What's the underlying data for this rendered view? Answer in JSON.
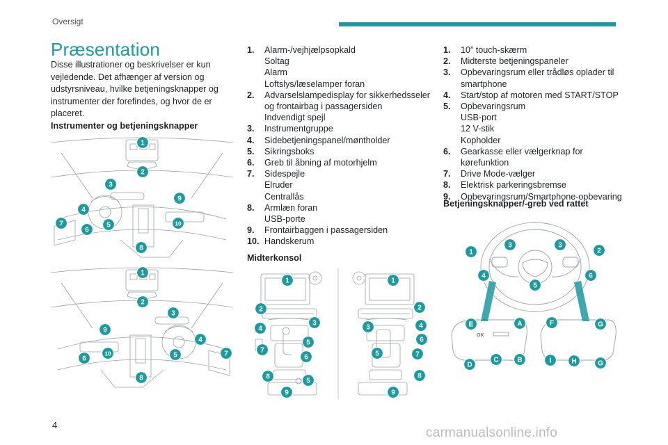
{
  "header": {
    "section": "Oversigt"
  },
  "title": "Præsentation",
  "intro": "Disse illustrationer og beskrivelser er kun vejledende. Det afhænger af version og udstyrsniveau, hvilke betjeningsknapper og instrumenter der forefindes, og hvor de er placeret.",
  "sections": {
    "instruments": "Instrumenter og betjeningsknapper",
    "center_console": "Midterkonsol",
    "steering": "Betjeningsknapper/-greb ved rattet"
  },
  "instrument_list": [
    {
      "num": "1.",
      "lines": [
        "Alarm-/vejhjælpsopkald",
        "Soltag",
        "Alarm",
        "Loftslys/læselamper foran"
      ]
    },
    {
      "num": "2.",
      "lines": [
        "Advarselslampedisplay for sikkerhedsseler og frontairbag i passagersiden",
        "Indvendigt spejl"
      ]
    },
    {
      "num": "3.",
      "lines": [
        "Instrumentgruppe"
      ]
    },
    {
      "num": "4.",
      "lines": [
        "Sidebetjeningspanel/møntholder"
      ]
    },
    {
      "num": "5.",
      "lines": [
        "Sikringsboks"
      ]
    },
    {
      "num": "6.",
      "lines": [
        "Greb til åbning af motorhjelm"
      ]
    },
    {
      "num": "7.",
      "lines": [
        "Sidespejle",
        "Elruder",
        "Centrallås"
      ]
    },
    {
      "num": "8.",
      "lines": [
        "Armlæn foran",
        "USB-porte"
      ]
    },
    {
      "num": "9.",
      "lines": [
        "Frontairbaggen i passagersiden"
      ]
    },
    {
      "num": "10.",
      "lines": [
        "Handskerum"
      ]
    }
  ],
  "console_list": [
    {
      "num": "1.",
      "lines": [
        "10” touch-skærm"
      ]
    },
    {
      "num": "2.",
      "lines": [
        "Midterste betjeningspaneler"
      ]
    },
    {
      "num": "3.",
      "lines": [
        "Opbevaringsrum eller trådløs oplader til smartphone"
      ]
    },
    {
      "num": "4.",
      "lines": [
        "Start/stop af motoren med START/STOP"
      ]
    },
    {
      "num": "5.",
      "lines": [
        "Opbevaringsrum",
        "USB-port",
        "12 V-stik",
        "Kopholder"
      ]
    },
    {
      "num": "6.",
      "lines": [
        "Gearkasse eller vælgerknap for kørefunktion"
      ]
    },
    {
      "num": "7.",
      "lines": [
        "Drive Mode-vælger"
      ]
    },
    {
      "num": "8.",
      "lines": [
        "Elektrisk parkeringsbremse"
      ]
    },
    {
      "num": "9.",
      "lines": [
        "Opbevaringsrum/Smartphone-opbevaring"
      ]
    }
  ],
  "figure_labels": {
    "dash_lhd": [
      "1",
      "2",
      "3",
      "4",
      "5",
      "6",
      "7",
      "8",
      "9",
      "10"
    ],
    "dash_rhd": [
      "1",
      "2",
      "3",
      "4",
      "5",
      "6",
      "7",
      "8",
      "9",
      "10"
    ],
    "console_left": [
      "1",
      "2",
      "3",
      "4",
      "5",
      "6",
      "7",
      "8",
      "9",
      "5"
    ],
    "console_right": [
      "1",
      "2",
      "3",
      "4",
      "5",
      "6",
      "7",
      "8",
      "9"
    ],
    "wheel": [
      "1",
      "2",
      "3",
      "3",
      "4",
      "5",
      "6"
    ],
    "wheel_left_pad": [
      "A",
      "B",
      "C",
      "D",
      "E"
    ],
    "wheel_right_pad": [
      "F",
      "G",
      "G",
      "H",
      "I"
    ],
    "pad_ok": "OK"
  },
  "page_number": "4",
  "watermark": "carmanualsonline.info",
  "colors": {
    "accent": "#1b9aa0",
    "text": "#1f2326",
    "drawing": "#8a8f94"
  }
}
